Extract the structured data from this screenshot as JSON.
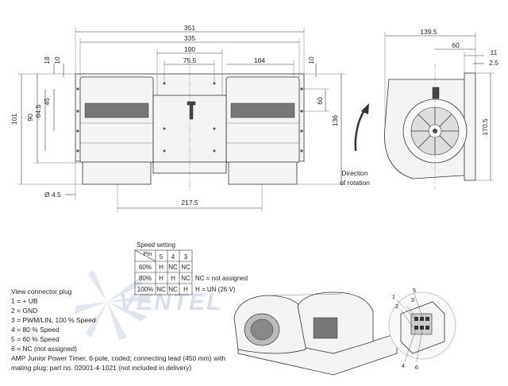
{
  "dimensions": {
    "d351": "351",
    "d335": "335",
    "d100": "100",
    "d75_5": "75.5",
    "d104": "104",
    "d18": "18",
    "d10_left": "10",
    "d10_right": "10",
    "d101": "101",
    "d90": "90",
    "d64_5": "64.5",
    "d45": "45",
    "d60_front": "60",
    "d136": "136",
    "d_dia": "Ø 4.5",
    "d217_5": "217.5",
    "d139_5": "139.5",
    "d60_side": "60",
    "d11": "11",
    "d2_5": "2.5",
    "d170_5": "170.5"
  },
  "rotation": {
    "line1": "Direction",
    "line2": "of rotation"
  },
  "speed_table": {
    "title": "Speed setting",
    "pin_label": "Pin",
    "pins": [
      "5",
      "4",
      "3"
    ],
    "rows": [
      {
        "label": "60%",
        "cells": [
          "H",
          "NC",
          "NC"
        ]
      },
      {
        "label": "80%",
        "cells": [
          "H",
          "H",
          "NC"
        ]
      },
      {
        "label": "100%",
        "cells": [
          "NC",
          "NC",
          "H"
        ]
      }
    ],
    "note_nc": "NC = not assigned",
    "note_h": "H = UN (26 V)"
  },
  "connector": {
    "title": "View connector plug",
    "lines": [
      "1  = + UB",
      "2  = GND",
      "3  = PWM/LIN, 100 % Speed",
      "4  = 80 % Speed",
      "5  = 60 % Speed",
      "6  = NC (not assigned)",
      "AMP Junior Power Timer, 6-pole, coded; connecting lead (450 mm) with",
      "mating plug; part no. 02001-4-1021 (not included in delivery)"
    ]
  },
  "pin_callouts": [
    "1",
    "2",
    "3",
    "4",
    "5",
    "6"
  ],
  "watermark": "VENTEL"
}
